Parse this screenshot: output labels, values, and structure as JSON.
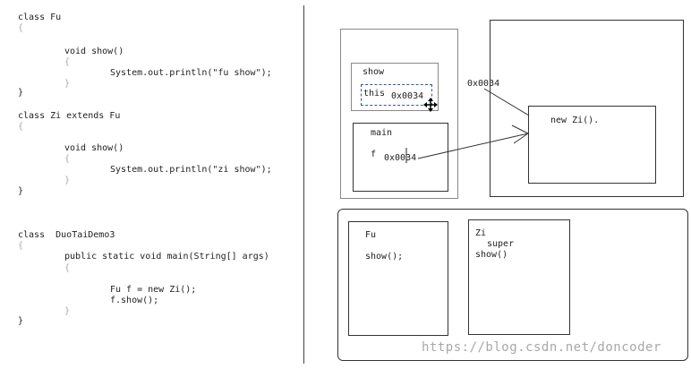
{
  "code": {
    "fu_class": "class Fu",
    "fu_open": "{",
    "fu_method": "void show()",
    "fu_method_open": "{",
    "fu_print": "System.out.println(\"fu show\");",
    "fu_method_close": "}",
    "fu_close": "}",
    "zi_class": "class Zi extends Fu",
    "zi_open": "{",
    "zi_method": "void show()",
    "zi_method_open": "{",
    "zi_print": "System.out.println(\"zi show\");",
    "zi_method_close": "}",
    "zi_close": "}",
    "demo_class": "class  DuoTaiDemo3",
    "demo_open": "{",
    "main_sig": "public static void main(String[] args)",
    "main_open": "{",
    "main_line1": "Fu f = new Zi();",
    "main_line2": "f.show();",
    "main_close": "}",
    "demo_close": "}"
  },
  "stack": {
    "show_frame_label": "show",
    "this_label": "this",
    "this_value": "0x0034",
    "main_frame_label": "main",
    "f_label": "f",
    "f_value": "0x0034"
  },
  "heap": {
    "address": "0x0034",
    "object_label": "new Zi()."
  },
  "method_area": {
    "fu_label": "Fu",
    "fu_method": "show();",
    "zi_label": "Zi",
    "zi_super": "super",
    "zi_method": "show()"
  },
  "watermark": "https://blog.csdn.net/doncoder"
}
